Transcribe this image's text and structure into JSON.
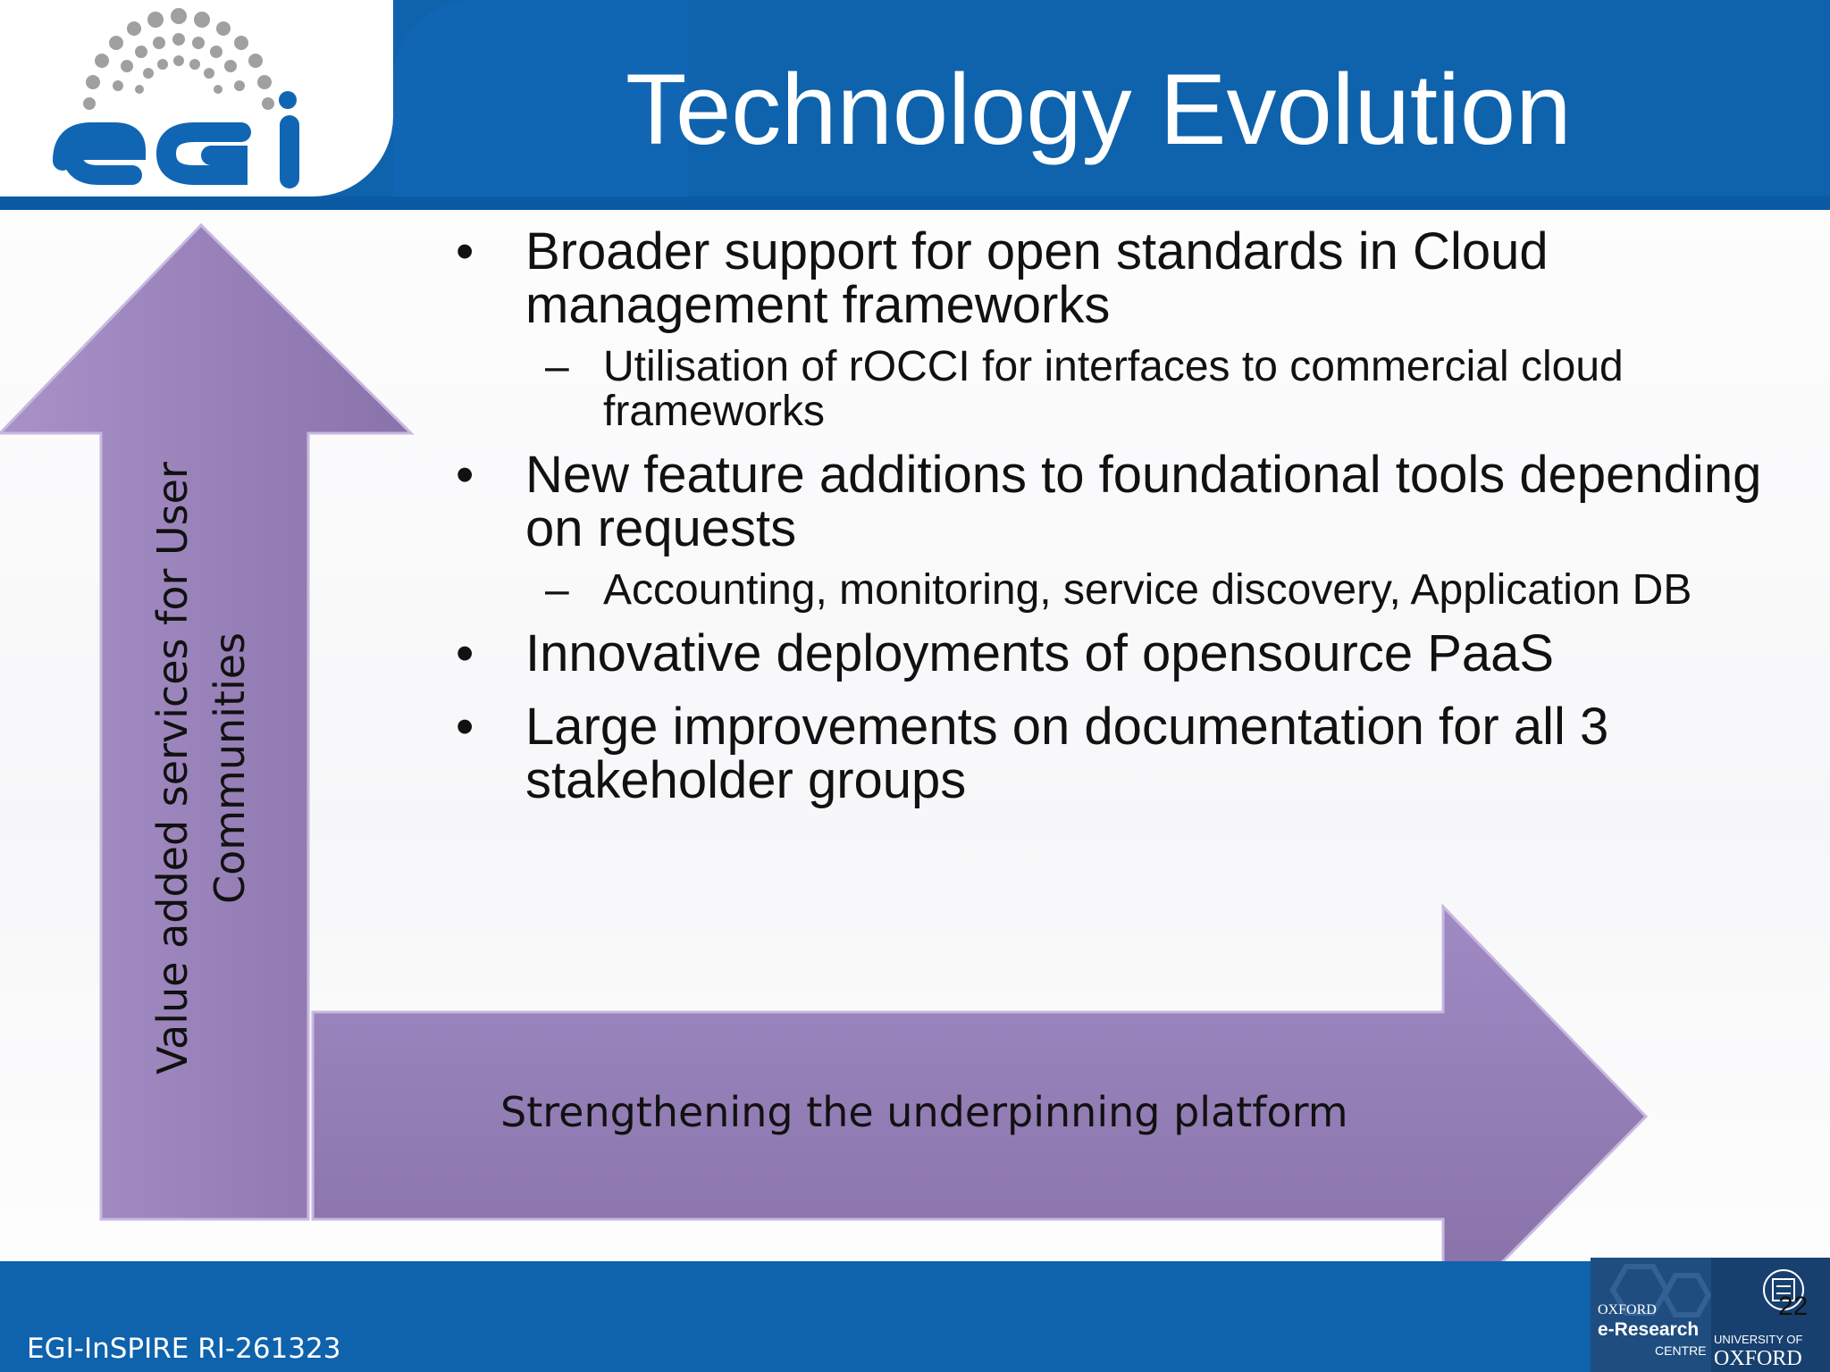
{
  "header": {
    "title": "Technology Evolution",
    "logo_text": "egi"
  },
  "diagram": {
    "vertical_arrow_label": "Value added services for User Communities",
    "horizontal_arrow_label": "Strengthening the underpinning platform",
    "arrow_color": "#9a80b8"
  },
  "bullets": [
    {
      "text": "Broader support for open standards in Cloud management frameworks",
      "subs": [
        "Utilisation of rOCCI for interfaces to commercial cloud frameworks"
      ]
    },
    {
      "text": "New feature additions to foundational tools depending on requests",
      "subs": [
        "Accounting, monitoring, service discovery, Application DB"
      ]
    },
    {
      "text": "Innovative deployments of opensource PaaS",
      "subs": []
    },
    {
      "text": "Large improvements on documentation for all 3 stakeholder groups",
      "subs": []
    }
  ],
  "footer": {
    "project_id": "EGI-InSPIRE RI-261323",
    "page_number": "22",
    "oxford_centre": {
      "line1": "OXFORD",
      "line2": "e-Research",
      "line3": "CENTRE"
    },
    "university": {
      "line1": "UNIVERSITY OF",
      "line2": "OXFORD"
    }
  },
  "colors": {
    "brand_blue": "#0f62ac",
    "arrow_purple": "#9a80b8",
    "text": "#111111"
  }
}
